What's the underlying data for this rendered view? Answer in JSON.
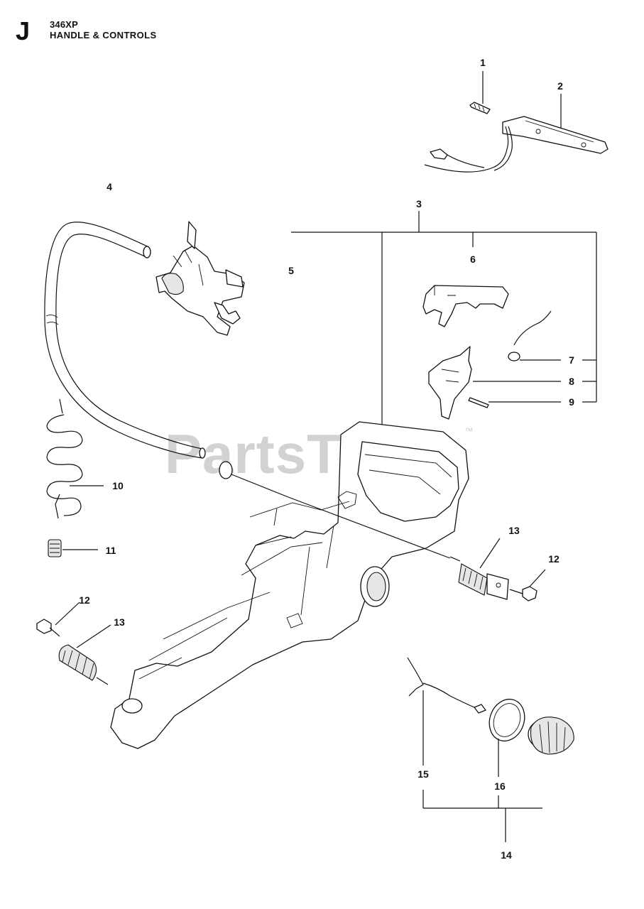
{
  "header": {
    "section_letter": "J",
    "model": "346XP",
    "title": "HANDLE & CONTROLS"
  },
  "watermark": {
    "text": "PartsTree",
    "trademark": "™"
  },
  "callouts": {
    "c1": "1",
    "c2": "2",
    "c3": "3",
    "c4": "4",
    "c5": "5",
    "c6": "6",
    "c7": "7",
    "c8": "8",
    "c9": "9",
    "c10": "10",
    "c11": "11",
    "c12a": "12",
    "c12b": "12",
    "c13a": "13",
    "c13b": "13",
    "c14": "14",
    "c15": "15",
    "c16": "16"
  }
}
